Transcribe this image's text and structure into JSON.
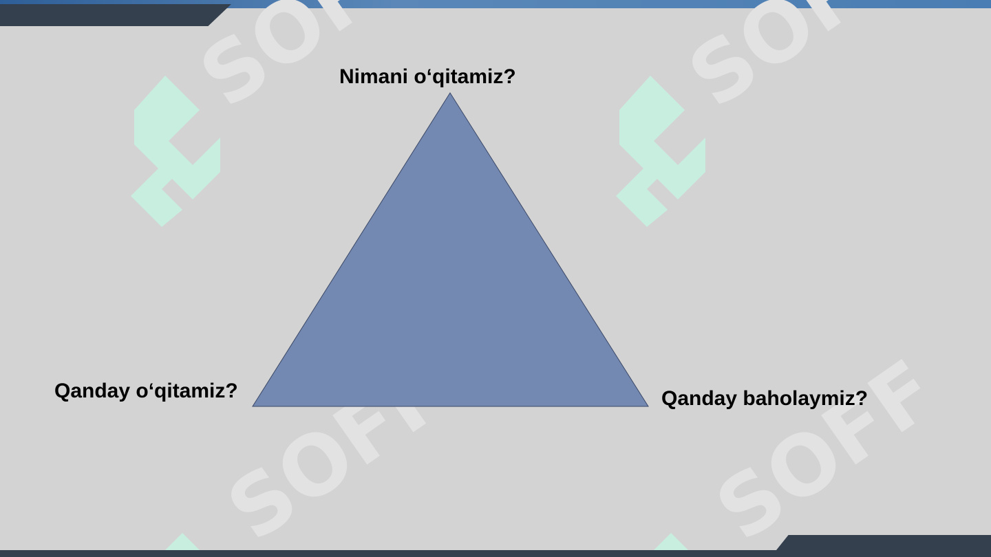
{
  "diagram": {
    "labels": {
      "top": "Nimani o‘qitamiz?",
      "bottom_left": "Qanday o‘qitamiz?",
      "bottom_right": "Qanday baholaymiz?"
    },
    "triangle_color": "#7389b2",
    "triangle_stroke": "#3a4766"
  },
  "theme": {
    "background": "#d3d3d3",
    "accent_blue": "#4a7db3",
    "dark_band": "#34404e",
    "watermark_green": "#c8eedf"
  },
  "watermark": {
    "text": "SOFF",
    "logo": "soff-logo-icon"
  }
}
